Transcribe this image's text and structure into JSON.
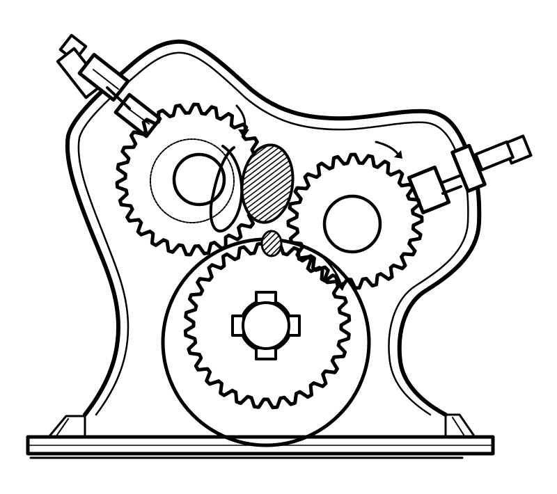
{
  "colors": {
    "ink": "#000000",
    "background": "#ffffff"
  },
  "figure": {
    "kind": "line-engraving",
    "subject_icon": "gear-mechanism-in-frame",
    "parts": [
      "frame",
      "base-plate",
      "left-shaft-bearing",
      "right-shaft-bearing",
      "upper-left-gear",
      "upper-right-gear",
      "lower-gear",
      "large-lower-wheel",
      "hatched-cam-lobe",
      "small-cam-lobe",
      "rotation-arrows"
    ],
    "rotation_arrow_count": 3
  }
}
